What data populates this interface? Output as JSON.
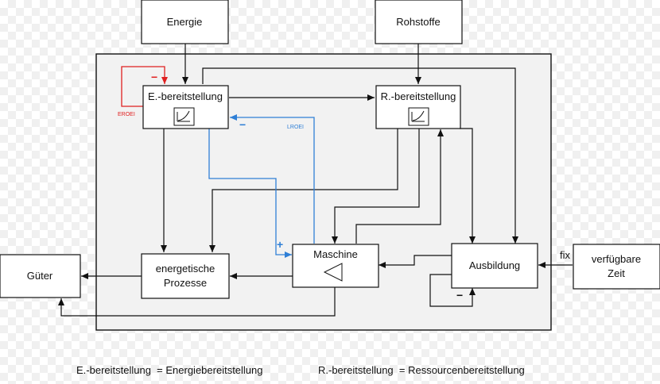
{
  "nodes": {
    "energie": "Energie",
    "rohstoffe": "Rohstoffe",
    "e_bereitstellung": "E.-bereitstellung",
    "r_bereitstellung": "R.-bereitstellung",
    "energetische_line1": "energetische",
    "energetische_line2": "Prozesse",
    "maschine": "Maschine",
    "ausbildung": "Ausbildung",
    "gueter": "Güter",
    "zeit_line1": "verfügbare",
    "zeit_line2": "Zeit"
  },
  "labels": {
    "eroei": "EROEI",
    "lroei": "LROEI",
    "fix": "fix",
    "minus": "−",
    "plus": "+"
  },
  "legend": {
    "e_def": "E.-bereitstellung  = Energiebereitstellung",
    "r_def": "R.-bereitstellung  = Ressourcenbereitstellung"
  },
  "colors": {
    "feedback_negative": "#e02020",
    "feedback_blue": "#2f7fd6",
    "frame": "#f2f2f2"
  }
}
